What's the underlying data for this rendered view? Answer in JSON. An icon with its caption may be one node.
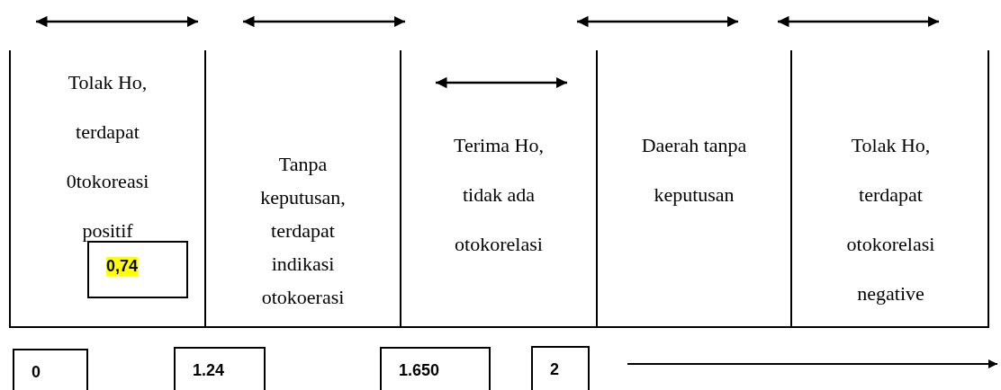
{
  "diagram": {
    "nodes": [
      {
        "text": [
          "Tolak Ho, terdapat 0tokoreasi positif"
        ]
      },
      {
        "text": [
          "Tanpa keputusan, terdapat indikasi otokoerasi"
        ]
      },
      {
        "text": [
          "Terima Ho, tidak ada otokorelasi"
        ]
      },
      {
        "text": [
          "Daerah tanpa keputusan"
        ]
      },
      {
        "text": [
          "Tolak Ho, terdapat otokorelasi negative"
        ]
      },
      {
        "text": [
          "0,74"
        ],
        "in": 0
      },
      {
        "text": [
          "0"
        ]
      },
      {
        "text": [
          "1.24"
        ]
      },
      {
        "text": [
          "1.650"
        ]
      },
      {
        "text": [
          "2"
        ]
      }
    ]
  }
}
